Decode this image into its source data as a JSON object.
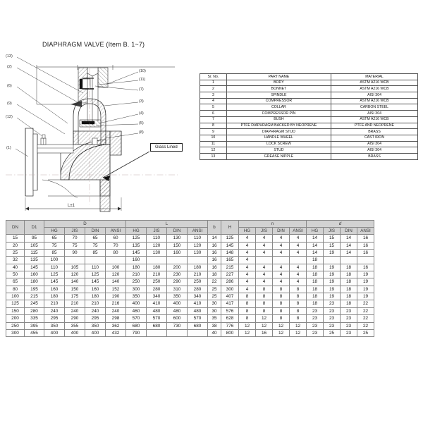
{
  "drawing": {
    "title": "DIAPHRAGM VALVE (Item B. 1~7)",
    "annotation_label": "Glass Lined",
    "dimension_label": "L±1",
    "callouts_left": [
      "(13)",
      "(2)",
      "(6)",
      "(9)",
      "(12)",
      "(1)"
    ],
    "callouts_right": [
      "(10)",
      "(11)",
      "(7)",
      "(3)",
      "(4)",
      "(5)",
      "(8)"
    ],
    "line_color": "#2b2b2b",
    "centerline_color": "#b9a9a9"
  },
  "parts_table": {
    "headers": [
      "Sr. No.",
      "PART NAME",
      "MATERIAL"
    ],
    "rows": [
      [
        "1",
        "BODY",
        "ASTM A216  WCB"
      ],
      [
        "2",
        "BONNET",
        "ASTM A216  WCB"
      ],
      [
        "3",
        "SPINDLE",
        "AISI 304"
      ],
      [
        "4",
        "COMPRESSOR",
        "ASTM A216  WCB"
      ],
      [
        "5",
        "COLLAR",
        "CARBON STEEL"
      ],
      [
        "6",
        "COMPRESSOR PIN",
        "AISI 304"
      ],
      [
        "7",
        "BUSH",
        "ASTM A216  WCB"
      ],
      [
        "8",
        "PTFE DIAPHRAGM BACKED BY NEOPRENE",
        "PTFE AND NEOPRENE"
      ],
      [
        "9",
        "DIAPHRAGM STUD",
        "BRASS"
      ],
      [
        "10",
        "HANDLE WHEEL",
        "CAST IRON"
      ],
      [
        "11",
        "LOCK SCREW",
        "AISI 304"
      ],
      [
        "12",
        "STUD",
        "AISI 304"
      ],
      [
        "13",
        "GREASE NIPPLE",
        "BRASS"
      ]
    ]
  },
  "dimension_table": {
    "group_headers": [
      "DN",
      "D1",
      "D",
      "L",
      "b",
      "H",
      "n",
      "d"
    ],
    "sub_headers": [
      "HG",
      "JIS",
      "DIN",
      "ANSI"
    ],
    "columns": [
      "DN",
      "D1",
      "D_HG",
      "D_JIS",
      "D_DIN",
      "D_ANSI",
      "L_HG",
      "L_JIS",
      "L_DIN",
      "L_ANSI",
      "b",
      "H",
      "n_HG",
      "n_JIS",
      "n_DIN",
      "n_ANSI",
      "d_HG",
      "d_JIS",
      "d_DIN",
      "d_ANSI"
    ],
    "rows": [
      [
        "15",
        "95",
        "65",
        "70",
        "65",
        "60",
        "125",
        "110",
        "130",
        "110",
        "14",
        "125",
        "4",
        "4",
        "4",
        "4",
        "14",
        "15",
        "14",
        "16"
      ],
      [
        "20",
        "105",
        "75",
        "75",
        "75",
        "70",
        "135",
        "120",
        "150",
        "120",
        "16",
        "145",
        "4",
        "4",
        "4",
        "4",
        "14",
        "15",
        "14",
        "16"
      ],
      [
        "25",
        "115",
        "85",
        "90",
        "85",
        "80",
        "145",
        "130",
        "160",
        "130",
        "16",
        "148",
        "4",
        "4",
        "4",
        "4",
        "14",
        "19",
        "14",
        "16"
      ],
      [
        "32",
        "135",
        "100",
        "",
        "",
        "",
        "160",
        "",
        "",
        "",
        "16",
        "165",
        "4",
        "",
        "",
        "",
        "18",
        "",
        "",
        ""
      ],
      [
        "40",
        "145",
        "110",
        "105",
        "110",
        "100",
        "180",
        "180",
        "200",
        "180",
        "16",
        "215",
        "4",
        "4",
        "4",
        "4",
        "18",
        "19",
        "18",
        "16"
      ],
      [
        "50",
        "160",
        "125",
        "120",
        "125",
        "120",
        "210",
        "210",
        "230",
        "210",
        "18",
        "227",
        "4",
        "4",
        "4",
        "4",
        "18",
        "19",
        "18",
        "19"
      ],
      [
        "65",
        "180",
        "145",
        "140",
        "145",
        "140",
        "250",
        "250",
        "290",
        "250",
        "22",
        "286",
        "4",
        "4",
        "4",
        "4",
        "18",
        "19",
        "18",
        "19"
      ],
      [
        "80",
        "195",
        "160",
        "150",
        "160",
        "152",
        "300",
        "280",
        "310",
        "280",
        "25",
        "300",
        "4",
        "8",
        "8",
        "8",
        "18",
        "19",
        "18",
        "19"
      ],
      [
        "100",
        "215",
        "180",
        "175",
        "180",
        "190",
        "350",
        "340",
        "350",
        "340",
        "25",
        "407",
        "8",
        "8",
        "8",
        "8",
        "18",
        "19",
        "18",
        "19"
      ],
      [
        "125",
        "245",
        "210",
        "210",
        "210",
        "216",
        "400",
        "410",
        "400",
        "410",
        "30",
        "417",
        "8",
        "8",
        "8",
        "8",
        "18",
        "23",
        "18",
        "22"
      ],
      [
        "150",
        "280",
        "240",
        "240",
        "240",
        "240",
        "460",
        "480",
        "480",
        "480",
        "30",
        "576",
        "8",
        "8",
        "8",
        "8",
        "23",
        "23",
        "23",
        "22"
      ],
      [
        "200",
        "335",
        "295",
        "290",
        "295",
        "298",
        "570",
        "570",
        "600",
        "570",
        "35",
        "628",
        "8",
        "12",
        "8",
        "8",
        "23",
        "23",
        "23",
        "22"
      ],
      [
        "250",
        "395",
        "350",
        "355",
        "350",
        "362",
        "680",
        "680",
        "730",
        "680",
        "38",
        "776",
        "12",
        "12",
        "12",
        "12",
        "23",
        "23",
        "23",
        "22"
      ],
      [
        "300",
        "455",
        "400",
        "400",
        "400",
        "432",
        "790",
        "",
        "",
        "",
        "40",
        "800",
        "12",
        "16",
        "12",
        "12",
        "23",
        "25",
        "23",
        "25"
      ]
    ]
  }
}
